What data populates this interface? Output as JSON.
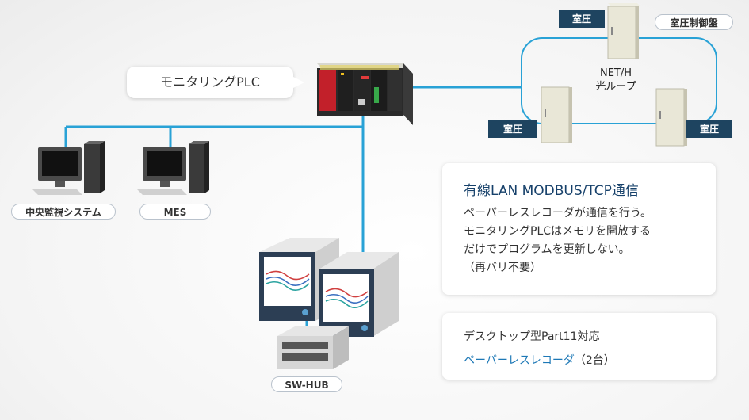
{
  "plc_label": "モニタリングPLC",
  "nodes": {
    "central": "中央監視システム",
    "mes": "MES",
    "swhub": "SW-HUB",
    "control_panel": "室圧制御盤",
    "room_top": "室圧",
    "room_left": "室圧",
    "room_right": "室圧"
  },
  "net_loop": {
    "line1": "NET/H",
    "line2": "光ループ"
  },
  "card1": {
    "title": "有線LAN MODBUS/TCP通信",
    "lines": [
      "ペーパーレスレコーダが通信を行う。",
      "モニタリングPLCはメモリを開放する",
      "だけでプログラムを更新しない。",
      "（再バリ不要）"
    ]
  },
  "card2": {
    "line1": "デスクトップ型Part11対応",
    "line2_blue": "ペーパーレスレコーダ",
    "line2_rest": "（2台）"
  },
  "colors": {
    "link": "#29a2d6",
    "tag_bg": "#1e4460",
    "title": "#16406a",
    "accent_text": "#1d78b6"
  }
}
